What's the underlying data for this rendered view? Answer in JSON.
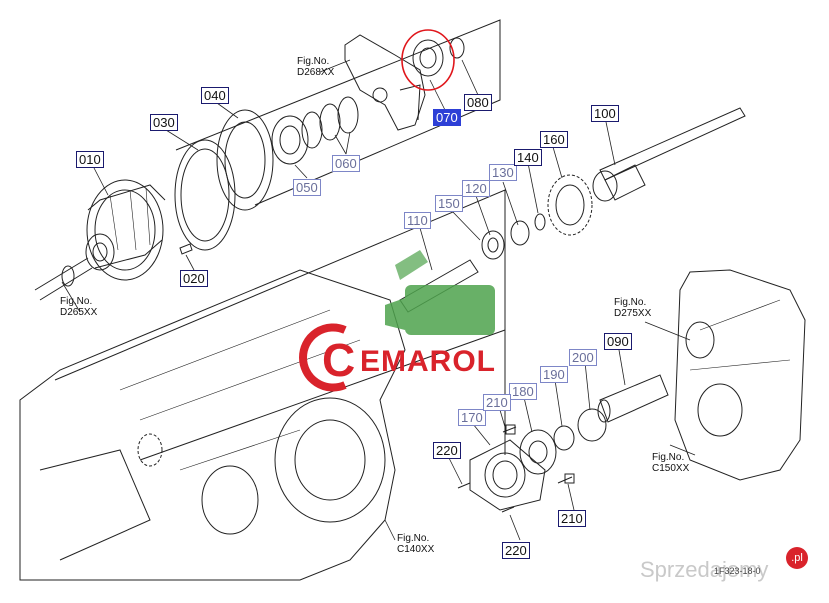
{
  "part_labels": {
    "p010": "010",
    "p020": "020",
    "p030": "030",
    "p040": "040",
    "p050": "050",
    "p060": "060",
    "p070": "070",
    "p080": "080",
    "p090": "090",
    "p100": "100",
    "p110": "110",
    "p120": "120",
    "p130": "130",
    "p140": "140",
    "p150": "150",
    "p160": "160",
    "p170": "170",
    "p180": "180",
    "p190": "190",
    "p200": "200",
    "p210a": "210",
    "p210b": "210",
    "p220a": "220",
    "p220b": "220"
  },
  "fig_refs": {
    "d268": {
      "line1": "Fig.No.",
      "line2": "D268XX"
    },
    "d265": {
      "line1": "Fig.No.",
      "line2": "D265XX"
    },
    "d275": {
      "line1": "Fig.No.",
      "line2": "D275XX"
    },
    "c150": {
      "line1": "Fig.No.",
      "line2": "C150XX"
    },
    "c140": {
      "line1": "Fig.No.",
      "line2": "C140XX"
    }
  },
  "watermark": {
    "brand_prefix": "C",
    "brand_name": "EMAROL",
    "site": "Sprzedajemy",
    "site_badge": ".pl",
    "drawing_code": "1F323-18-0"
  },
  "colors": {
    "label_border": "#2430a8",
    "highlight_fill": "#2d3fd6",
    "red_circle": "#e0161b",
    "logo_red": "#d9232b",
    "logo_green": "#4ea24c"
  }
}
